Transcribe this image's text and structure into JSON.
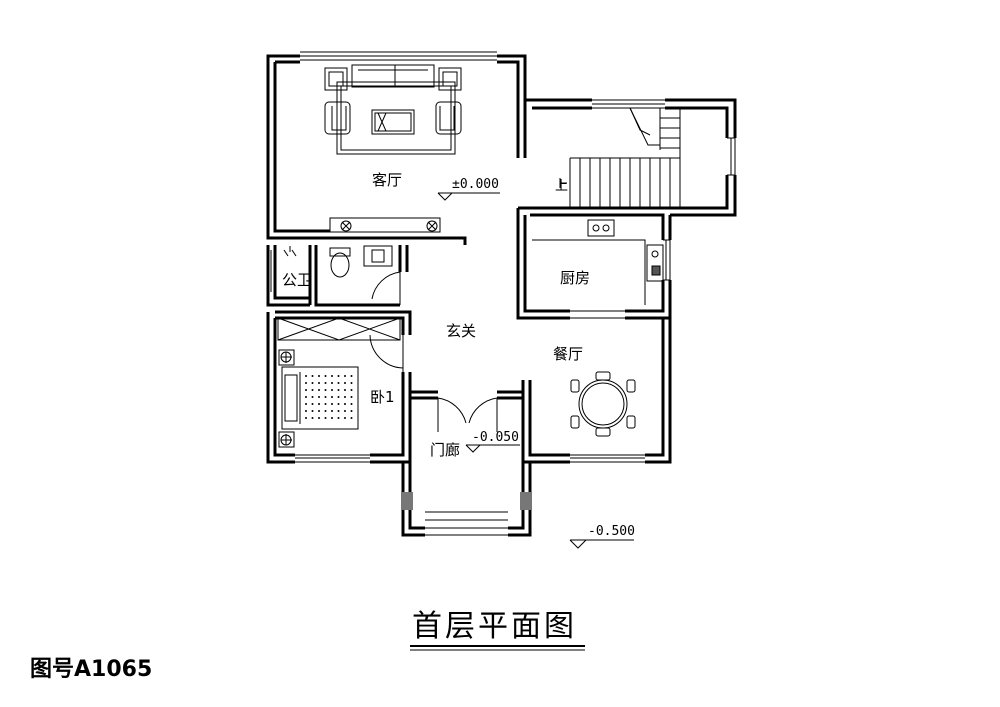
{
  "rooms": {
    "living": "客厅",
    "public_bath": "公卫",
    "foyer": "玄关",
    "bedroom": "卧1",
    "kitchen": "厨房",
    "dining": "餐厅",
    "porch": "门廊",
    "stair_mark": "上"
  },
  "elevations": {
    "main": "±0.000",
    "porch": "-0.050",
    "outside": "-0.500"
  },
  "drawing_title": "首层平面图",
  "drawing_code": "图号A1065"
}
